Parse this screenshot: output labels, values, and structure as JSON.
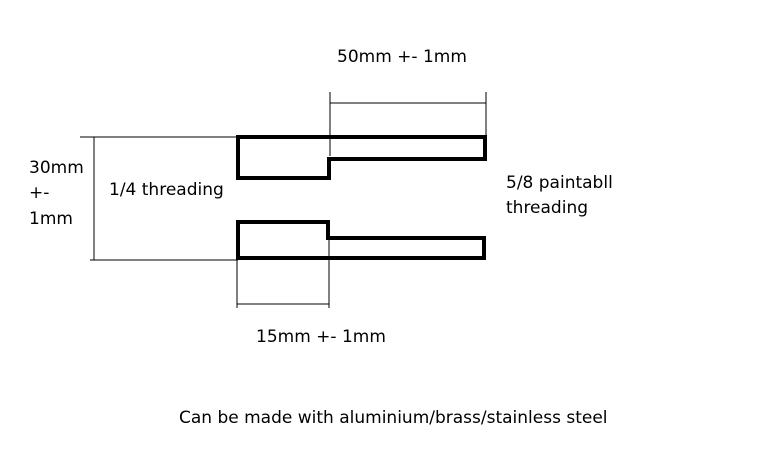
{
  "labels": {
    "top_length": "50mm +- 1mm",
    "height_line1": "30mm",
    "height_line2": "+-",
    "height_line3": "1mm",
    "left_thread": "1/4 threading",
    "right_thread_line1": "5/8 paintabll",
    "right_thread_line2": "threading",
    "bottom_length": "15mm +- 1mm",
    "materials_note": "Can be made with aluminium/brass/stainless steel"
  }
}
